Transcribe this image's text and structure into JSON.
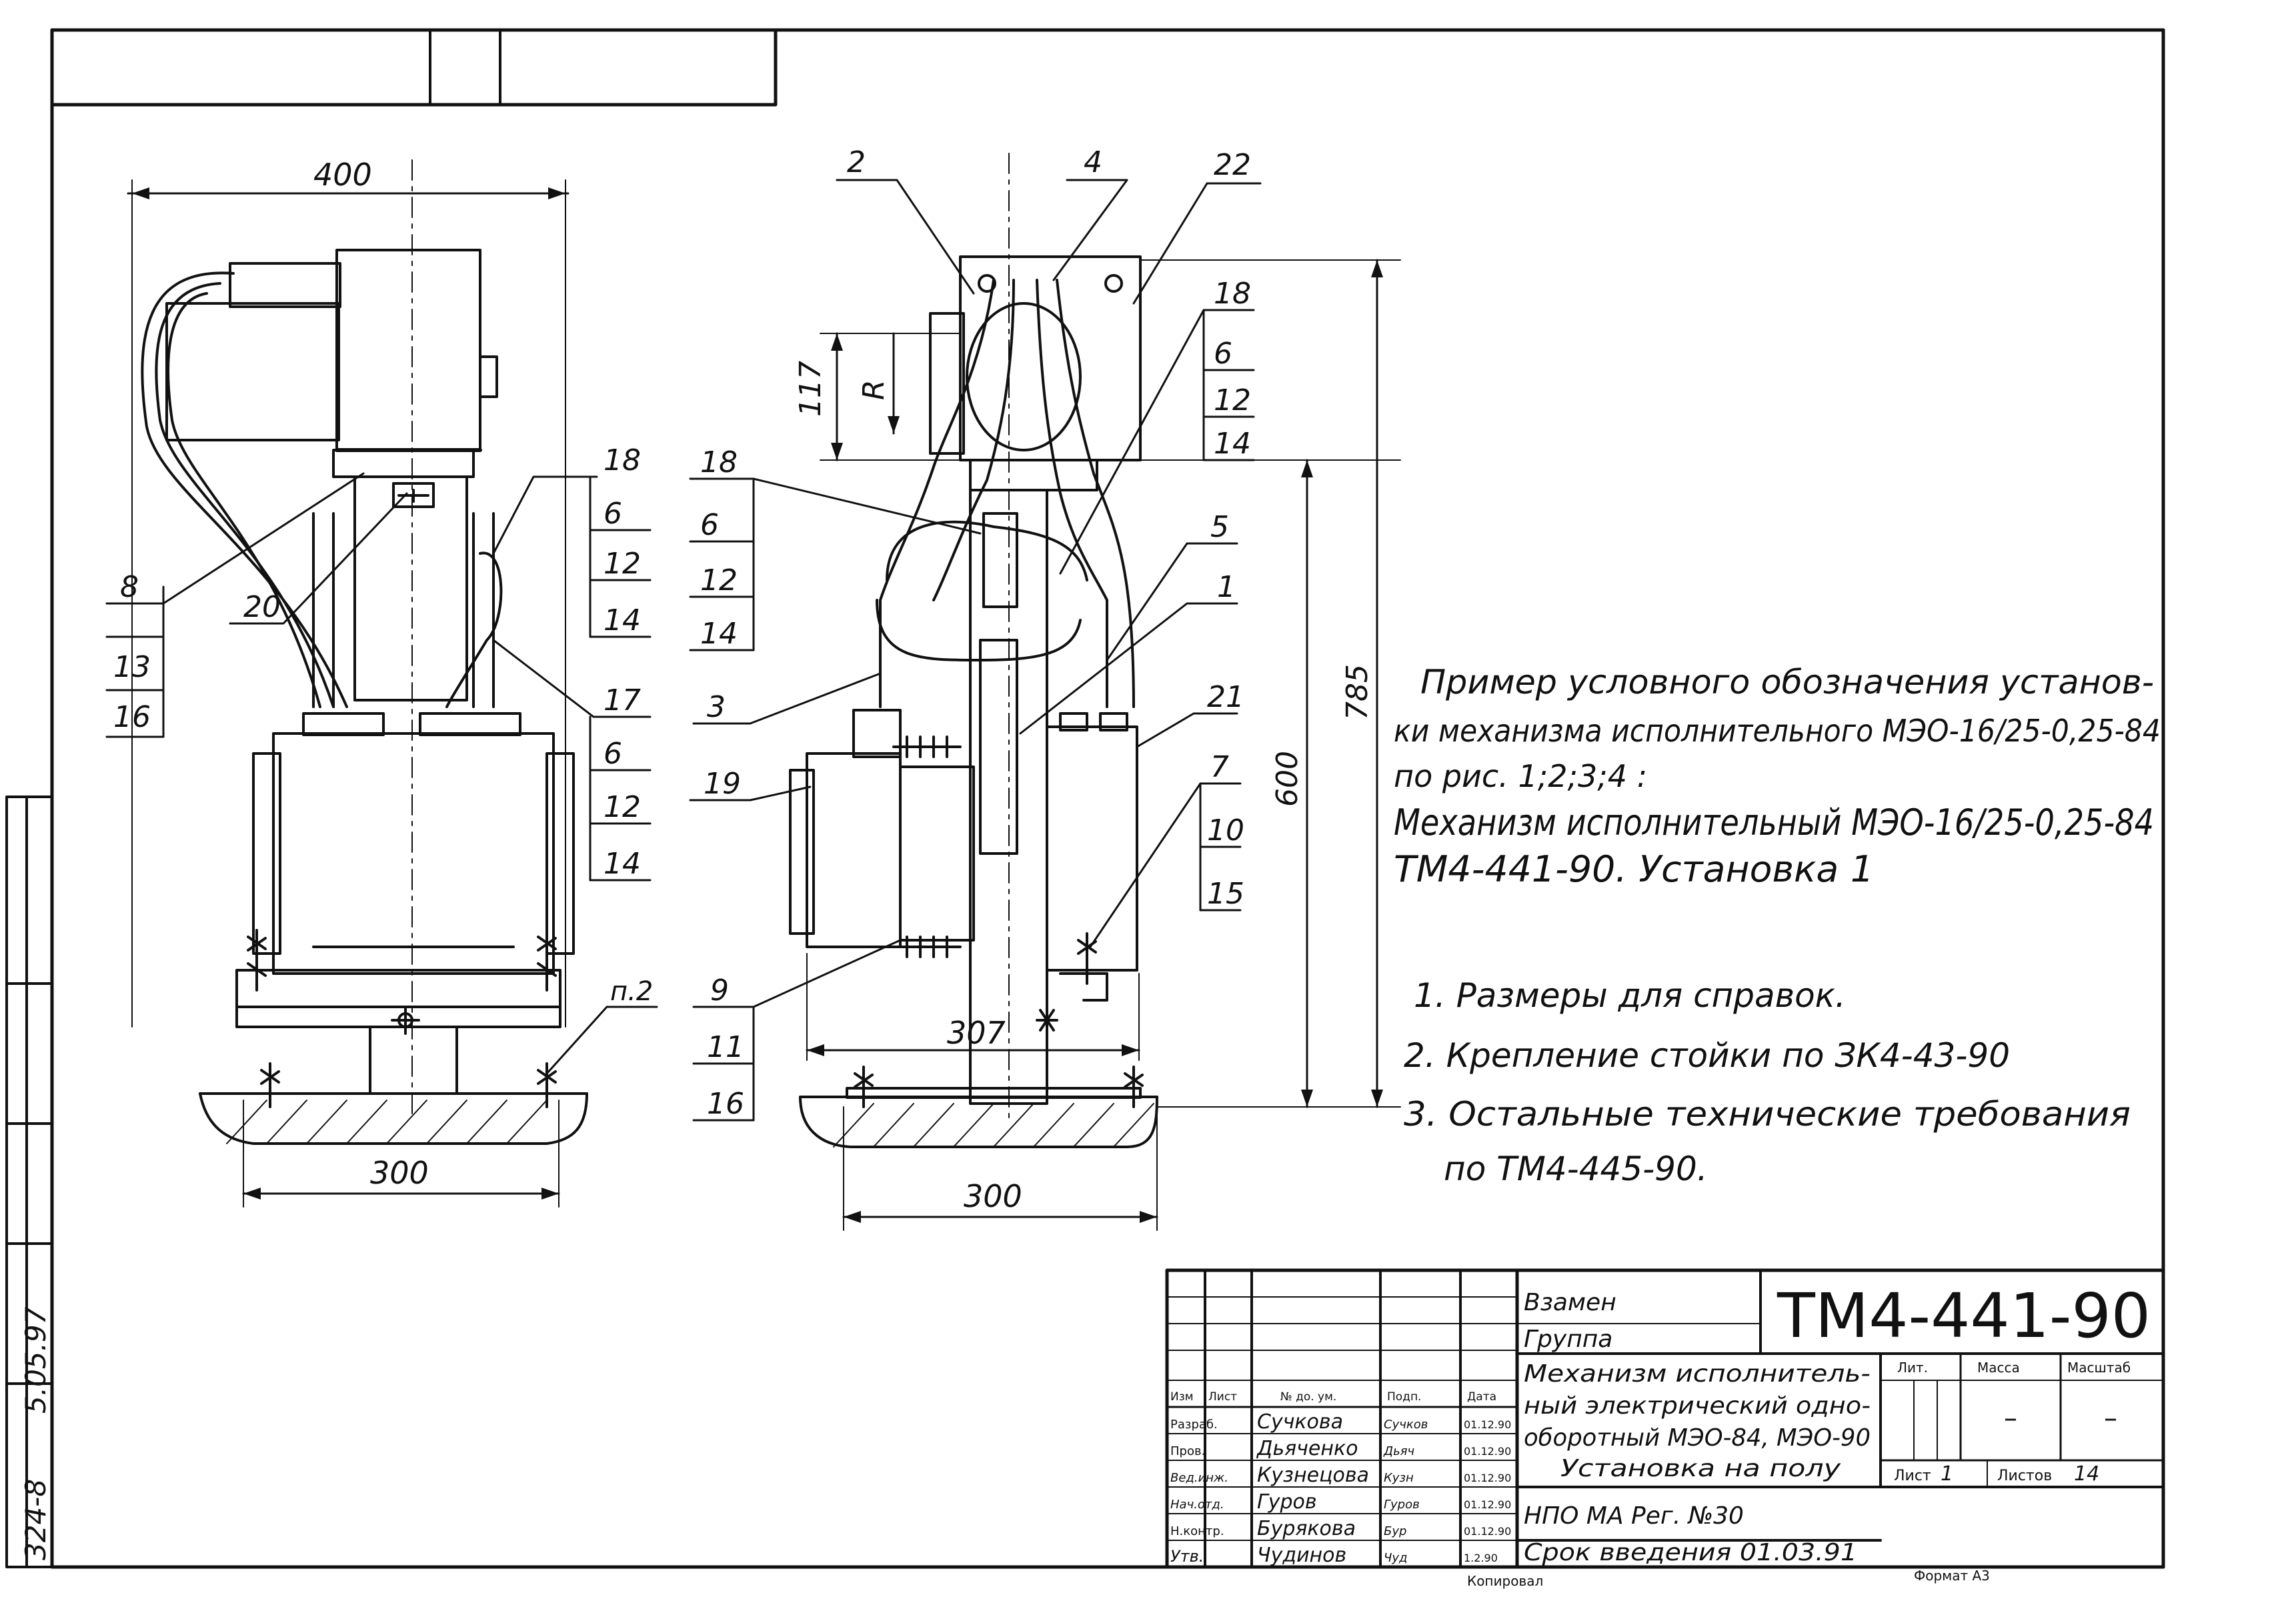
{
  "palette": {
    "ink": "#111111",
    "paper": "#ffffff"
  },
  "left_view": {
    "dim_width": "400",
    "dim_base": "300",
    "callouts": {
      "c8": "8",
      "c13": "13",
      "c16": "16",
      "c20": "20",
      "c18": "18",
      "c6a": "6",
      "c12a": "12",
      "c14a": "14",
      "c17": "17",
      "c6b": "6",
      "c12b": "12",
      "c14b": "14",
      "p2": "п.2"
    }
  },
  "right_view": {
    "dim_base": "300",
    "dim_307": "307",
    "dim_117": "117",
    "dim_r": "R",
    "dim_600": "600",
    "dim_785": "785",
    "callouts": {
      "c2": "2",
      "c4": "4",
      "c22": "22",
      "c18r": "18",
      "c6r": "6",
      "c12r": "12",
      "c14r": "14",
      "c18l": "18",
      "c6l": "6",
      "c12l": "12",
      "c14l": "14",
      "c5": "5",
      "c1": "1",
      "c3": "3",
      "c21": "21",
      "c19": "19",
      "c7": "7",
      "c10": "10",
      "c15": "15",
      "c9": "9",
      "c11": "11",
      "c16": "16"
    }
  },
  "example": {
    "line1": "Пример условного обозначения установ-",
    "line2": "ки механизма исполнительного МЭО-16/25-0,25-84",
    "line3": "по рис. 1;2;3;4 :",
    "line4": "Механизм исполнительный МЭО-16/25-0,25-84",
    "line5": "ТМ4-441-90. Установка 1"
  },
  "notes": [
    "1. Размеры для справок.",
    "2. Крепление стойки по ЗК4-43-90",
    "3. Остальные технические требования",
    "по ТМ4-445-90."
  ],
  "side_stamp": {
    "doc": "324-8",
    "code": "5.05.97"
  },
  "title_block": {
    "vzamen": "Взамен",
    "gruppa": "Группа",
    "designation": "ТМ4-441-90",
    "title_lines": [
      "Механизм исполнитель-",
      "ный электрический одно-",
      "оборотный МЭО-84, МЭО-90",
      "Установка на полу"
    ],
    "org": "НПО МА Рег. №30",
    "srok": "Срок введения 01.03.91",
    "col_headers": {
      "izm": "Изм",
      "list": "Лист",
      "ndoc": "№ до. ум.",
      "podp": "Подп.",
      "data": "Дата"
    },
    "rows": [
      {
        "role": "Разраб.",
        "name": "Сучкова",
        "sign": "Сучков",
        "date": "01.12.90"
      },
      {
        "role": "Пров.",
        "name": "Дьяченко",
        "sign": "Дьяч",
        "date": "01.12.90"
      },
      {
        "role": "Вед.инж.",
        "name": "Кузнецова",
        "sign": "Кузн",
        "date": "01.12.90"
      },
      {
        "role": "Нач.отд.",
        "name": "Гуров",
        "sign": "Гуров",
        "date": "01.12.90"
      },
      {
        "role": "Н.контр.",
        "name": "Бурякова",
        "sign": "Бур",
        "date": "01.12.90"
      },
      {
        "role": "Утв.",
        "name": "Чудинов",
        "sign": "Чуд",
        "date": "1.2.90"
      }
    ],
    "lit_label": "Лит.",
    "massa_label": "Масса",
    "masshtab_label": "Масштаб",
    "massa_value": "–",
    "masshtab_value": "–",
    "sheet_label": "Лист",
    "sheet_value": "1",
    "sheets_label": "Листов",
    "sheets_value": "14",
    "copied": "Копировал",
    "format": "Формат А3"
  }
}
